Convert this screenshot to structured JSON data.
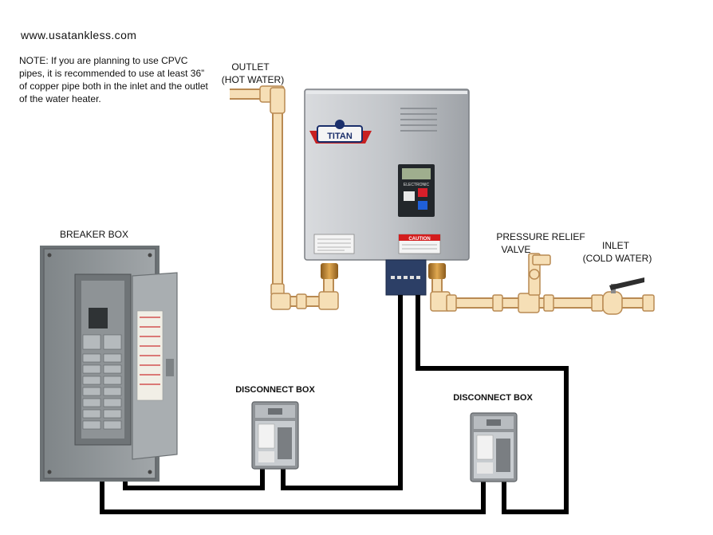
{
  "website": "www.usatankless.com",
  "note": "NOTE:  If you are planning to use CPVC pipes, it is recommended to use at least 36” of copper pipe both in the inlet and the outlet of the water heater.",
  "labels": {
    "outlet_line1": "OUTLET",
    "outlet_line2": "(HOT WATER)",
    "pressure_line1": "PRESSURE RELIEF",
    "pressure_line2": "VALVE",
    "inlet_line1": "INLET",
    "inlet_line2": "(COLD WATER)",
    "breaker_box": "BREAKER BOX",
    "disconnect_box_1": "DISCONNECT BOX",
    "disconnect_box_2": "DISCONNECT BOX"
  },
  "heater": {
    "brand": "TITAN",
    "control_label": "ELECTRONIC",
    "caution_title": "CAUTION"
  },
  "colors": {
    "copper_pipe": "#f3d6a4",
    "copper_outline": "#b98a52",
    "wire": "#000000",
    "heater_body": "#b9bcc1",
    "breaker_body": "#8f9497",
    "disconnect_body": "#a9adb1"
  }
}
